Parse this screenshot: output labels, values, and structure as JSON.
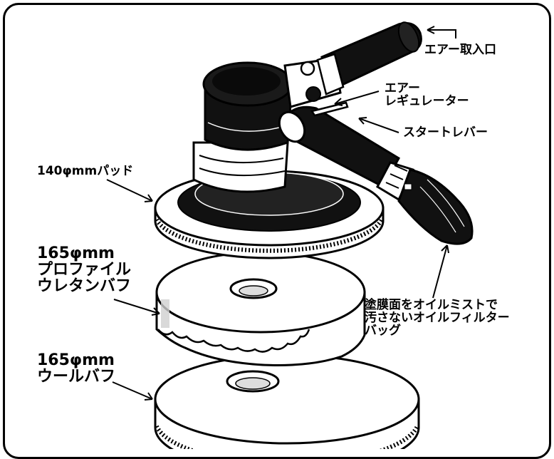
{
  "labels": {
    "air_inlet": "エアー取入口",
    "air_regulator": [
      "エアー",
      "レギュレーター"
    ],
    "start_lever": "スタートレバー",
    "pad_140": "140φmmパッド",
    "profile_urethane_buff": [
      "165φmm",
      "プロファイル",
      "ウレタンバフ"
    ],
    "wool_buff": [
      "165φmm",
      "ウールバフ"
    ],
    "oil_filter_bag": [
      "塗膜面をオイルミストで",
      "汚さないオイルフィルター",
      "バッグ"
    ]
  },
  "colors": {
    "ink": "#000000",
    "paper": "#ffffff",
    "gray": "#cfcfcf"
  }
}
